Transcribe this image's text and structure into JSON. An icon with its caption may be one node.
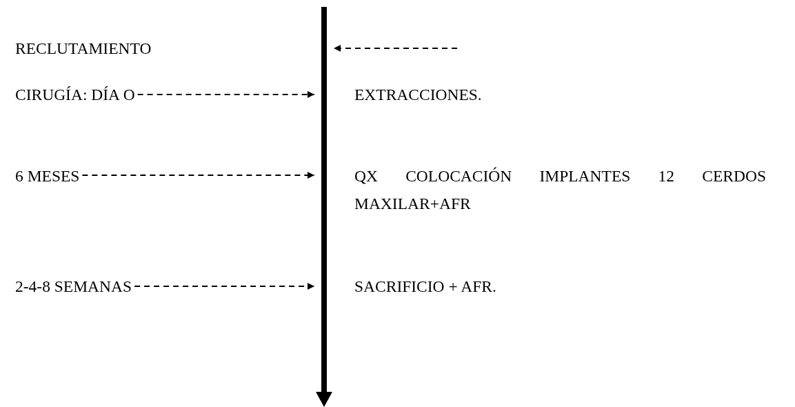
{
  "diagram": {
    "nodes": [
      {
        "text": [
          "RECLUTAMIENTO"
        ]
      },
      {
        "text": [
          "CIRUGÍA: DÍA O"
        ]
      },
      {
        "text": [
          "EXTRACCIONES."
        ]
      },
      {
        "text": [
          "6 MESES"
        ]
      },
      {
        "text": [
          "QX COLOCACIÓN IMPLANTES 12 CERDOS MAXILAR+AFR"
        ]
      },
      {
        "text": [
          "2-4-8 SEMANAS"
        ]
      },
      {
        "text": [
          "SACRIFICIO + AFR."
        ]
      },
      {
        "text": [],
        "shape": "bar"
      }
    ],
    "edges": [
      {
        "from": null,
        "to": 7,
        "arrow": "to",
        "style": "dashed"
      },
      {
        "from": 1,
        "to": 7,
        "arrow": "to",
        "style": "dashed"
      },
      {
        "from": 3,
        "to": 7,
        "arrow": "to",
        "style": "dashed"
      },
      {
        "from": 5,
        "to": 7,
        "arrow": "to",
        "style": "dashed"
      }
    ]
  }
}
